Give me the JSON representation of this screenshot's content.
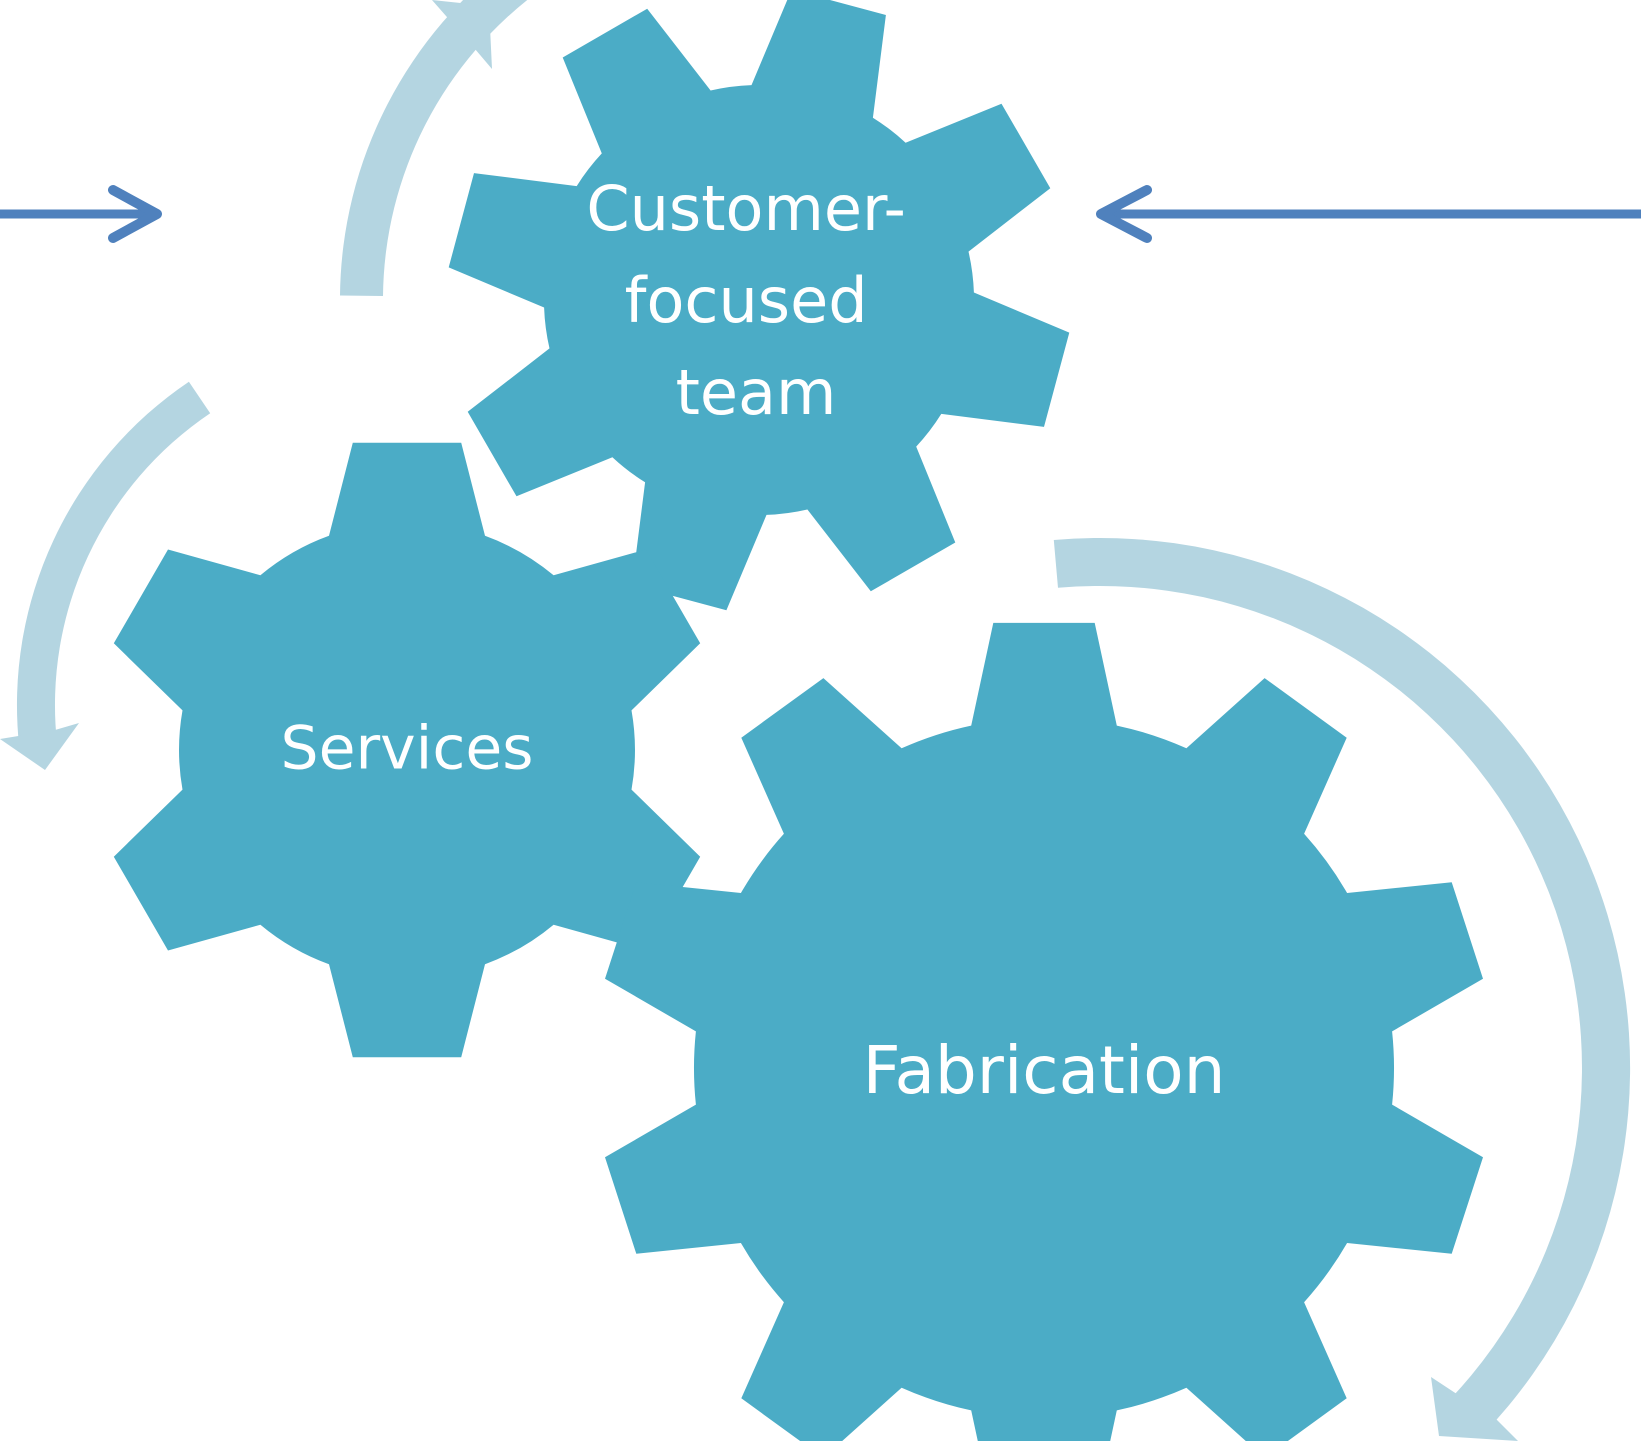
{
  "colors": {
    "gear_fill": "#4BACC6",
    "cycle_arrow": "#B4D5E1",
    "input_arrow": "#4F81BD",
    "label": "#FFFFFF",
    "background": "#FFFFFF"
  },
  "gears": [
    {
      "id": "customer-focused-team",
      "label_lines": [
        "Customer-",
        "focused",
        "team"
      ]
    },
    {
      "id": "services",
      "label_lines": [
        "Services"
      ]
    },
    {
      "id": "fabrication",
      "label_lines": [
        "Fabrication"
      ]
    }
  ],
  "icons": {
    "input_arrow_left": "arrow-right-icon",
    "input_arrow_right": "arrow-left-icon",
    "cycle_arrows": "curved-arrow-icon"
  }
}
